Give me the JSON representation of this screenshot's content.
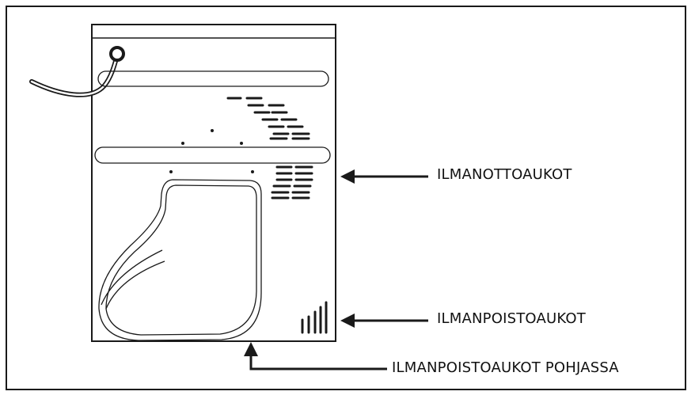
{
  "labels": {
    "intake": "ILMANOTTOAUKOT",
    "exhaust": "ILMANPOISTOAUKOT",
    "bottom_exhaust": "ILMANPOISTOAUKOT POHJASSA"
  },
  "colors": {
    "line": "#1a1a1a",
    "background": "#ffffff"
  }
}
